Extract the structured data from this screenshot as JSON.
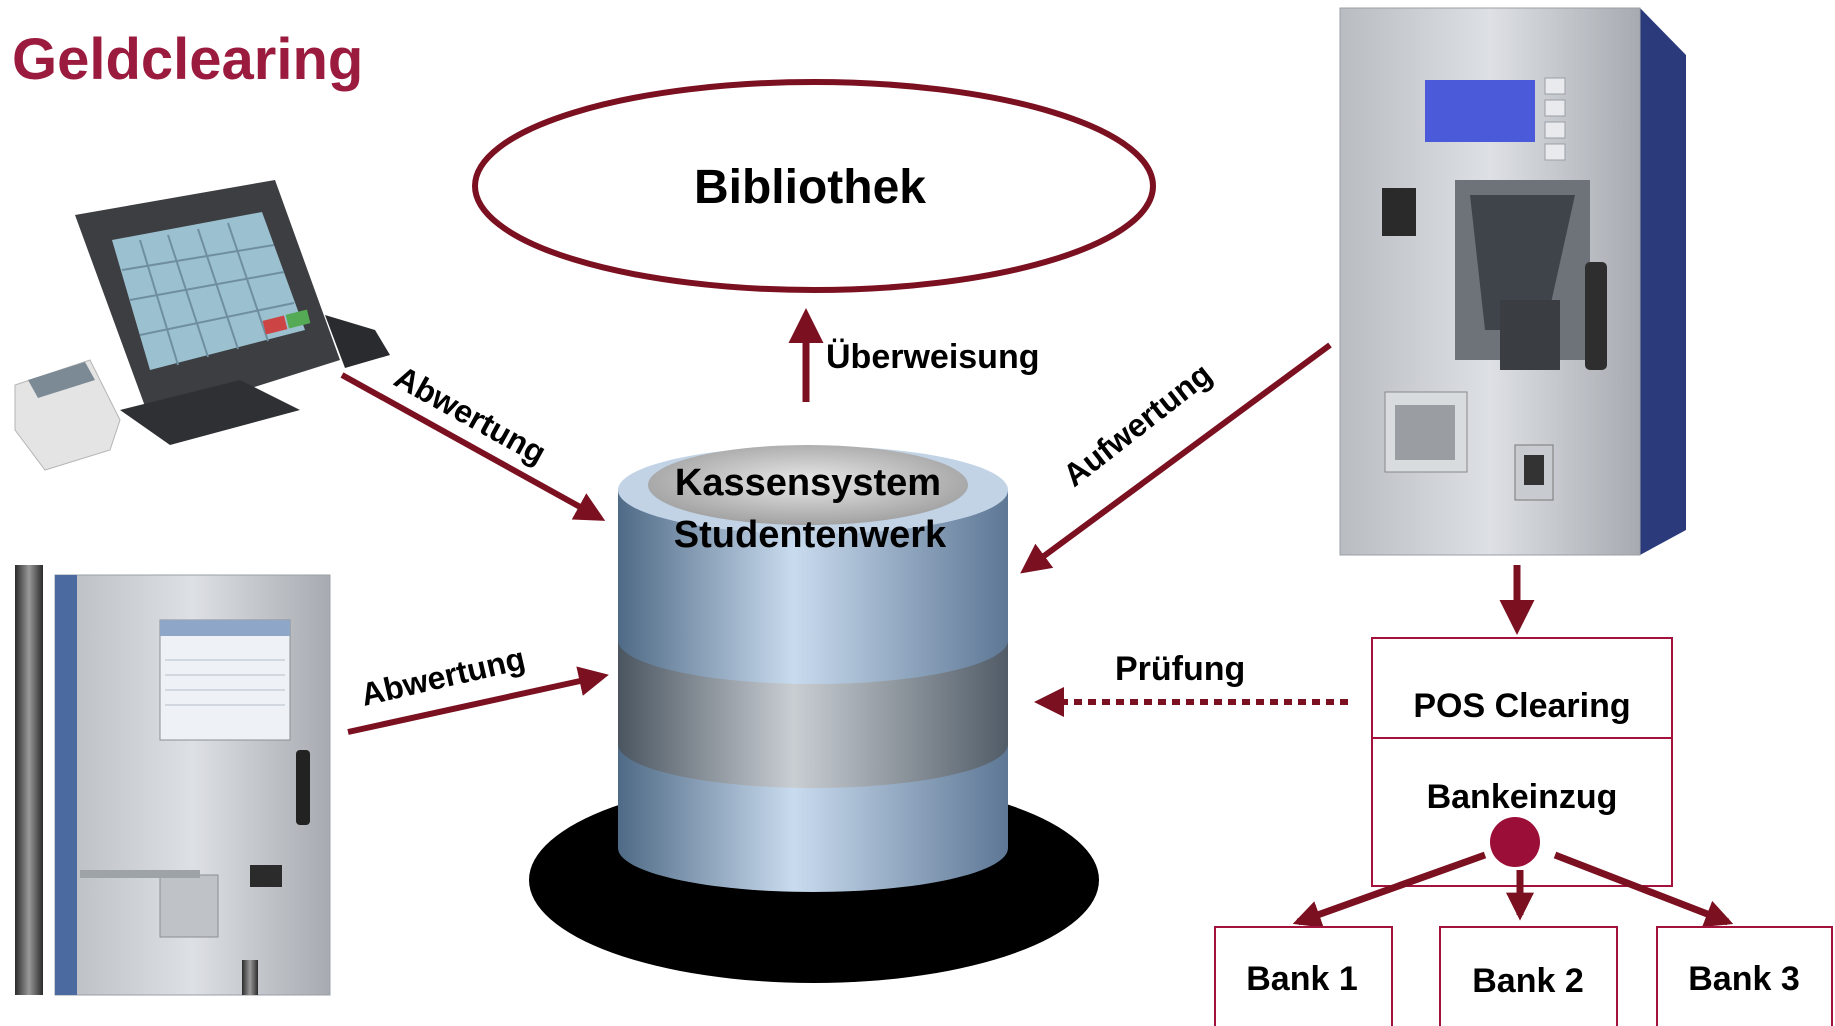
{
  "title": "Geldclearing",
  "nodes": {
    "library": "Bibliothek",
    "db_line1": "Kassensystem",
    "db_line2": "Studentenwerk",
    "pos_clearing": "POS Clearing",
    "bank_collection": "Bankeinzug",
    "bank1": "Bank 1",
    "bank2": "Bank 2",
    "bank3": "Bank 3"
  },
  "edges": {
    "transfer": "Überweisung",
    "debit_pos": "Abwertung",
    "debit_terminal": "Abwertung",
    "topup": "Aufwertung",
    "check": "Prüfung"
  },
  "colors": {
    "accent": "#7b1020",
    "title": "#9b1b3e",
    "box_border": "#a3123a"
  },
  "devices": {
    "pos_terminal": "pos-terminal-image",
    "kiosk_terminal": "wall-kiosk-image",
    "topup_machine": "topup-machine-image"
  }
}
